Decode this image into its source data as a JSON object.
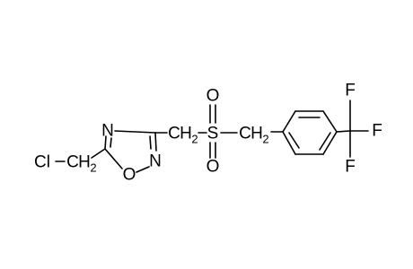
{
  "molecule": {
    "chloromethyl": {
      "cl": "Cl",
      "c": "C",
      "h": "H",
      "sub": "2"
    },
    "oxadiazole": {
      "n4": "N",
      "n2": "N",
      "o1": "O"
    },
    "linker_left": {
      "c": "C",
      "h": "H",
      "sub": "2"
    },
    "sulfonyl": {
      "s": "S",
      "o_top": "O",
      "o_bottom": "O"
    },
    "linker_right": {
      "c": "C",
      "h": "H",
      "sub": "2"
    },
    "trifluoromethyl": {
      "f_top": "F",
      "f_right": "F",
      "f_bottom": "F"
    }
  },
  "colors": {
    "ink": "#000000",
    "background": "#ffffff"
  }
}
